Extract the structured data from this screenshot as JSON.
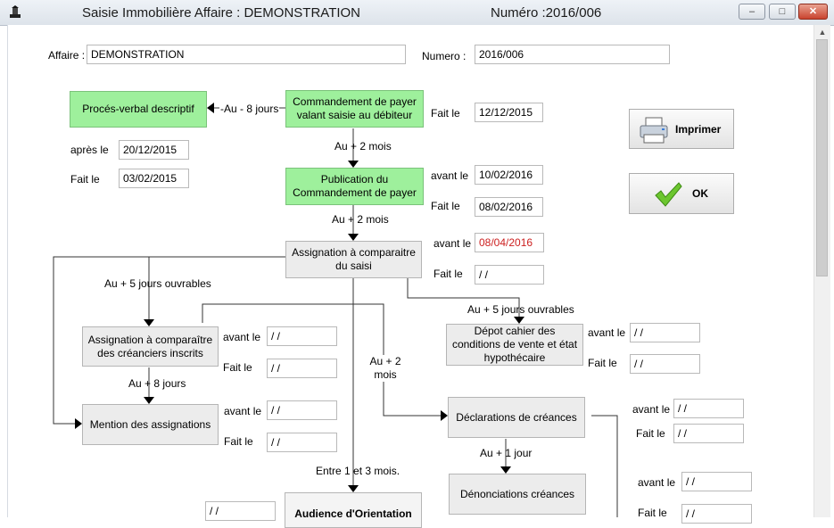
{
  "window": {
    "title": "Saisie Immobilière Affaire : DEMONSTRATION",
    "numero_title": "Numéro :2016/006",
    "minimize": "–",
    "maximize": "□",
    "close": "✕"
  },
  "header": {
    "affaire_label": "Affaire :",
    "affaire_value": "DEMONSTRATION",
    "numero_label": "Numero :",
    "numero_value": "2016/006"
  },
  "buttons": {
    "imprimer": "Imprimer",
    "ok": "OK"
  },
  "steps": {
    "commandement": {
      "label": "Commandement de payer valant saisie au débiteur",
      "fait_label": "Fait le",
      "fait_value": "12/12/2015"
    },
    "proces_verbal": {
      "label": "Procés-verbal descriptif",
      "apres_label": "après le",
      "apres_value": "20/12/2015",
      "fait_label": "Fait le",
      "fait_value": "03/02/2015"
    },
    "publication": {
      "label": "Publication du Commandement de payer",
      "avant_label": "avant le",
      "avant_value": "10/02/2016",
      "fait_label": "Fait le",
      "fait_value": "08/02/2016"
    },
    "assignation_saisi": {
      "label": "Assignation à comparaitre du saisi",
      "avant_label": "avant le",
      "avant_value": "08/04/2016",
      "fait_label": "Fait le",
      "fait_value": " / /"
    },
    "assignation_creanciers": {
      "label": "Assignation à comparaître des créanciers inscrits",
      "avant_label": "avant le",
      "avant_value": " / /",
      "fait_label": "Fait le",
      "fait_value": " / /"
    },
    "mention": {
      "label": "Mention des assignations",
      "avant_label": "avant le",
      "avant_value": " / /",
      "fait_label": "Fait le",
      "fait_value": " / /"
    },
    "depot_cahier": {
      "label": "Dépot cahier des conditions de vente et état hypothécaire",
      "avant_label": "avant le",
      "avant_value": " / /",
      "fait_label": "Fait le",
      "fait_value": " / /"
    },
    "declarations": {
      "label": "Déclarations de créances",
      "avant_label": "avant le",
      "avant_value": " / /",
      "fait_label": "Fait le",
      "fait_value": " / /"
    },
    "denonciations": {
      "label": "Dénonciations créances",
      "avant_label": "avant le",
      "avant_value": " / /",
      "fait_label": "Fait le",
      "fait_value": " / /"
    },
    "audience": {
      "label": "Audience d'Orientation",
      "date_value": " / /"
    }
  },
  "delays": {
    "au_moins_8_jours": "-Au  - 8 jours",
    "au_2_mois_a": "Au + 2 mois",
    "au_2_mois_b": "Au + 2 mois",
    "au_5_jours_a": "Au + 5 jours ouvrables",
    "au_5_jours_b": "Au + 5 jours ouvrables",
    "au_8_jours": "Au + 8 jours",
    "au_2_mois_c": "Au + 2 mois",
    "au_1_jour": "Au + 1 jour",
    "entre_1_3_mois": "Entre 1 et 3 mois."
  }
}
